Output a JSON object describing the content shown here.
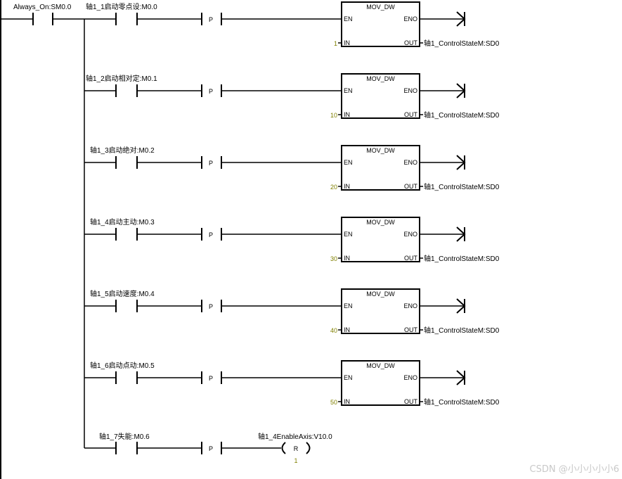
{
  "rail_contact": "Always_On:SM0.0",
  "p_label": "P",
  "block": {
    "name": "MOV_DW",
    "en": "EN",
    "eno": "ENO",
    "in": "IN",
    "out": "OUT"
  },
  "const_color": "#808000",
  "rungs": [
    {
      "contact": "轴1_1启动零点设:M0.0",
      "in": "1",
      "out": "轴1_ControlStateM:SD0"
    },
    {
      "contact": "轴1_2启动相对定:M0.1",
      "in": "10",
      "out": "轴1_ControlStateM:SD0"
    },
    {
      "contact": "轴1_3启动绝对:M0.2",
      "in": "20",
      "out": "轴1_ControlStateM:SD0"
    },
    {
      "contact": "轴1_4启动主动:M0.3",
      "in": "30",
      "out": "轴1_ControlStateM:SD0"
    },
    {
      "contact": "轴1_5启动速度:M0.4",
      "in": "40",
      "out": "轴1_ControlStateM:SD0"
    },
    {
      "contact": "轴1_6启动点动:M0.5",
      "in": "50",
      "out": "轴1_ControlStateM:SD0"
    }
  ],
  "last_rung": {
    "contact": "轴1_7失能:M0.6",
    "coil_label": "轴1_4EnableAxis:V10.0",
    "coil_type": "R",
    "coil_count": "1"
  },
  "watermark": "CSDN @小小小小小6"
}
